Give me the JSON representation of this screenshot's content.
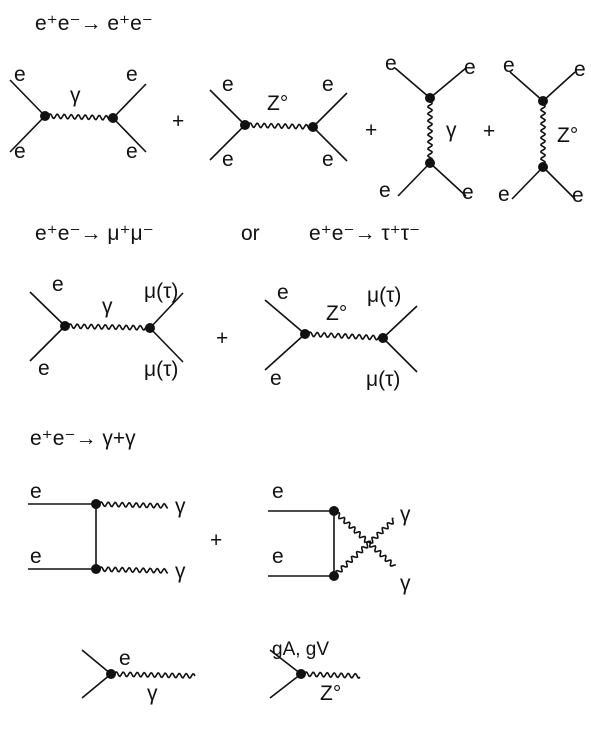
{
  "processes": {
    "bhabha": {
      "reaction": "e⁺e⁻→ e⁺e⁻"
    },
    "mu_tau": {
      "reaction_mu": "e⁺e⁻→ μ⁺μ⁻",
      "or": "or",
      "reaction_tau": "e⁺e⁻→ τ⁺τ⁻"
    },
    "gamma_gamma": {
      "reaction": "e⁺e⁻→ γ+γ"
    }
  },
  "particles": {
    "electron": "e",
    "photon": "γ",
    "z_boson": "Z°",
    "muon_tau": "μ(τ)"
  },
  "couplings": {
    "z": "gA, gV"
  },
  "operators": {
    "plus": "+"
  }
}
